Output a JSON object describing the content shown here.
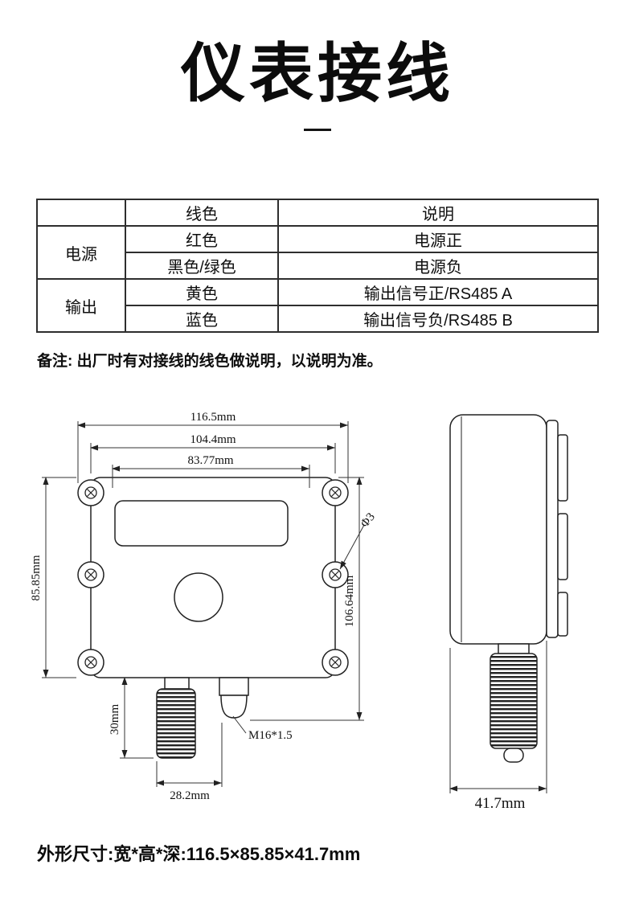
{
  "page": {
    "title": "仪表接线",
    "note": "备注: 出厂时有对接线的线色做说明，以说明为准。",
    "footer": "外形尺寸:宽*高*深:116.5×85.85×41.7mm"
  },
  "wiring_table": {
    "headers": [
      "",
      "线色",
      "说明"
    ],
    "groups": [
      {
        "label": "电源",
        "rows": [
          [
            "红色",
            "电源正"
          ],
          [
            "黑色/绿色",
            "电源负"
          ]
        ]
      },
      {
        "label": "输出",
        "rows": [
          [
            "黄色",
            "输出信号正/RS485 A"
          ],
          [
            "蓝色",
            "输出信号负/RS485 B"
          ]
        ]
      }
    ]
  },
  "diagram": {
    "front": {
      "width_outer": "116.5mm",
      "width_mid": "104.4mm",
      "width_inner": "83.77mm",
      "height": "85.85mm",
      "height_overall": "106.64mm",
      "hole_diameter": "Φ3",
      "probe_length": "30mm",
      "gland_thread": "M16*1.5",
      "probe_offset": "28.2mm"
    },
    "side": {
      "depth": "41.7mm"
    }
  },
  "colors": {
    "line": "#222222",
    "text": "#111111"
  }
}
